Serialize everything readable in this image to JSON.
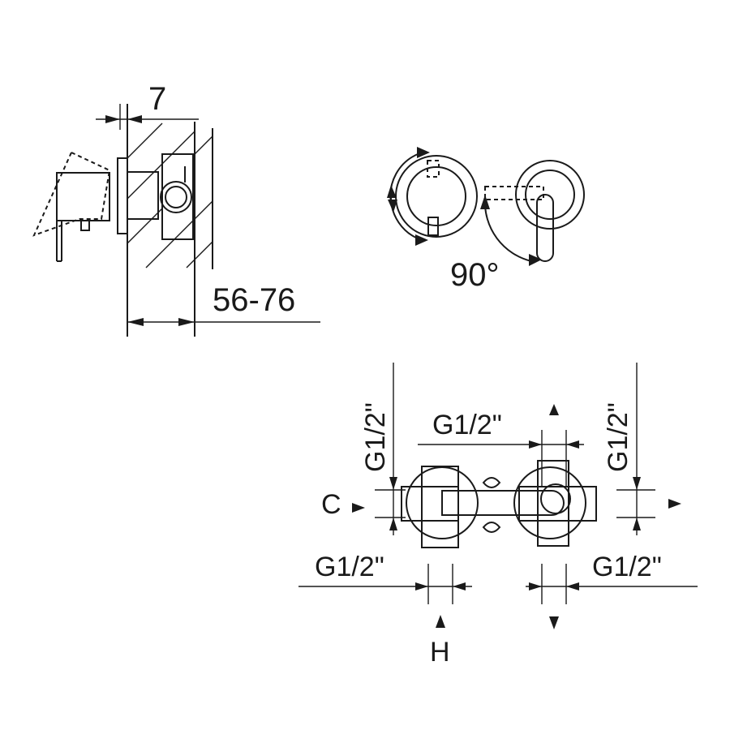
{
  "labels": {
    "offset_dim": "7",
    "wall_dim": "56-76",
    "rotation": "90°",
    "g_left_vertical": "G1/2\"",
    "g_top": "G1/2\"",
    "g_right_vertical": "G1/2\"",
    "g_bottom_left": "G1/2\"",
    "g_bottom_right": "G1/2\"",
    "cold": "C",
    "hot": "H"
  },
  "colors": {
    "line": "#1a1a1a",
    "background": "#ffffff"
  }
}
